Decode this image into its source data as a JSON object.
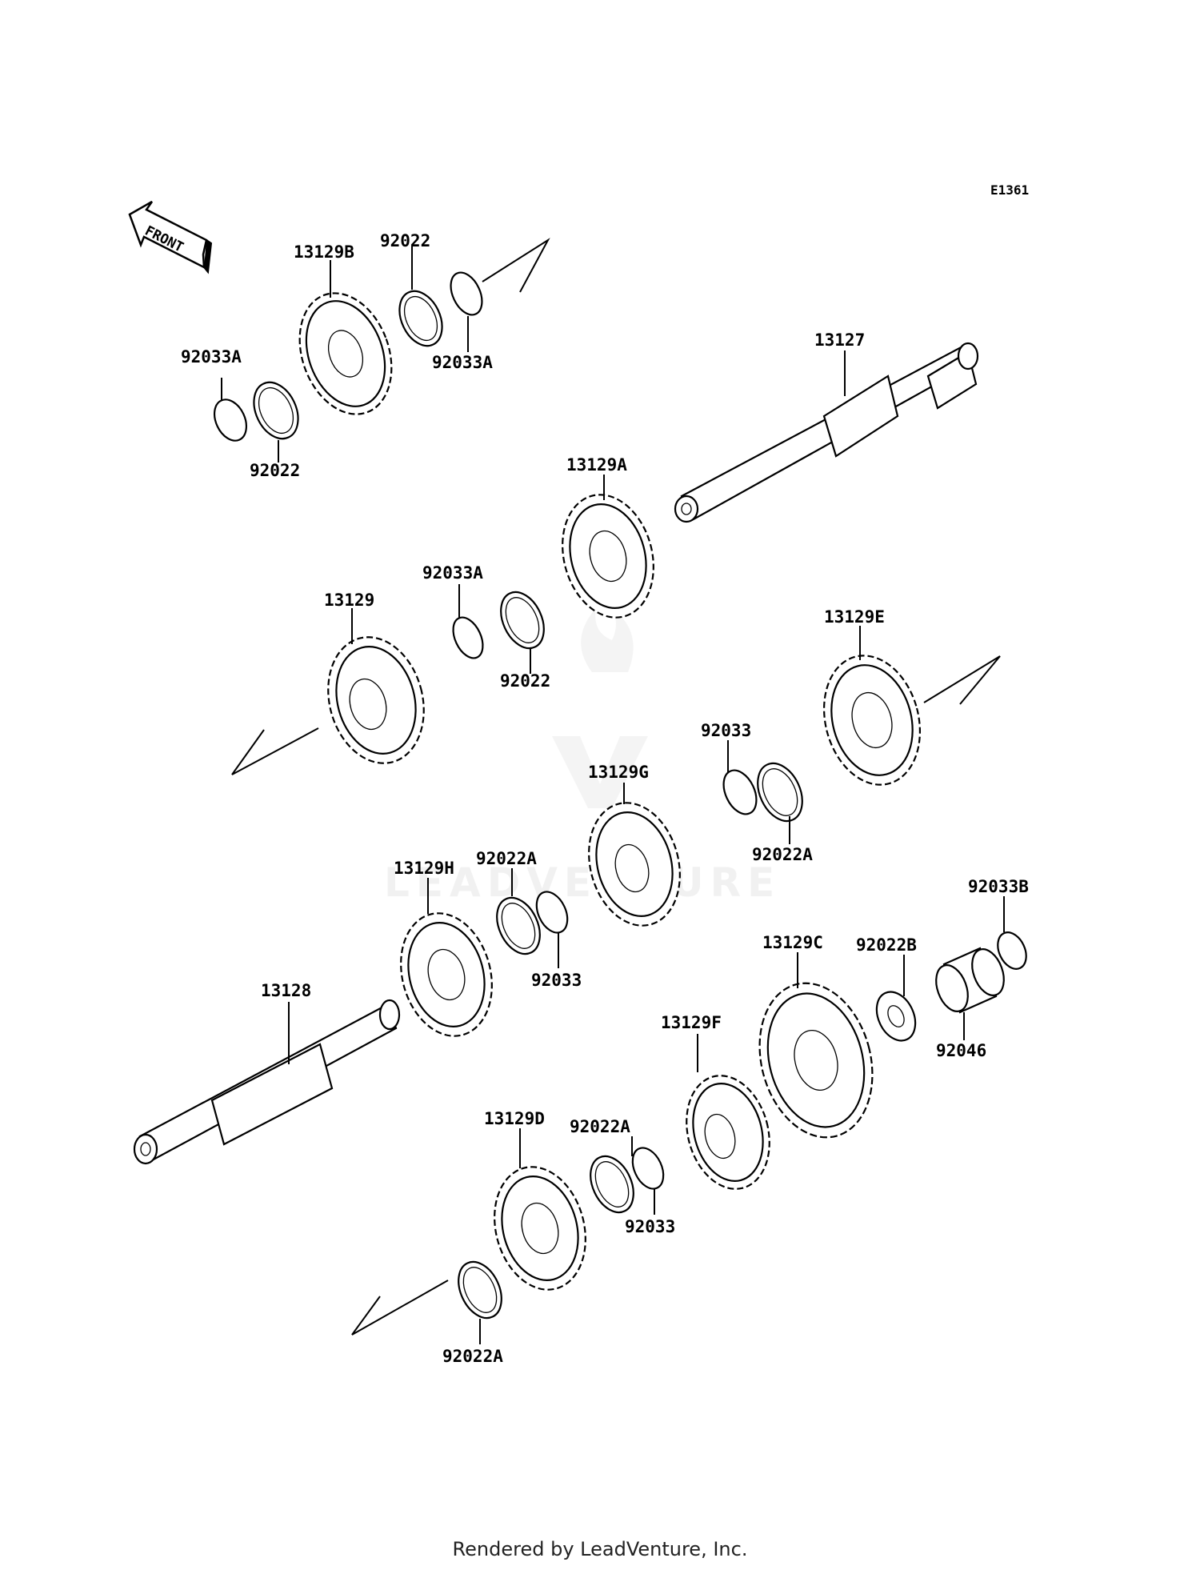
{
  "diagram_ref": "E1361",
  "front_label": "FRONT",
  "watermark": "LEADVENTURE",
  "footer": "Rendered by LeadVenture, Inc.",
  "parts": {
    "p_92033A_a": "92033A",
    "p_13129B": "13129B",
    "p_92022_a": "92022",
    "p_92033A_b": "92033A",
    "p_92022_b": "92022",
    "p_13127": "13127",
    "p_13129A": "13129A",
    "p_92033A_c": "92033A",
    "p_13129": "13129",
    "p_92022_c": "92022",
    "p_13129E": "13129E",
    "p_92033_a": "92033",
    "p_13129G": "13129G",
    "p_92022A_a": "92022A",
    "p_13129H": "13129H",
    "p_92022A_b": "92022A",
    "p_92033_b": "92033",
    "p_92033B": "92033B",
    "p_13129C": "13129C",
    "p_92022B": "92022B",
    "p_13128": "13128",
    "p_13129F": "13129F",
    "p_92046": "92046",
    "p_13129D": "13129D",
    "p_92022A_c": "92022A",
    "p_92033_c": "92033",
    "p_92022A_d": "92022A"
  }
}
